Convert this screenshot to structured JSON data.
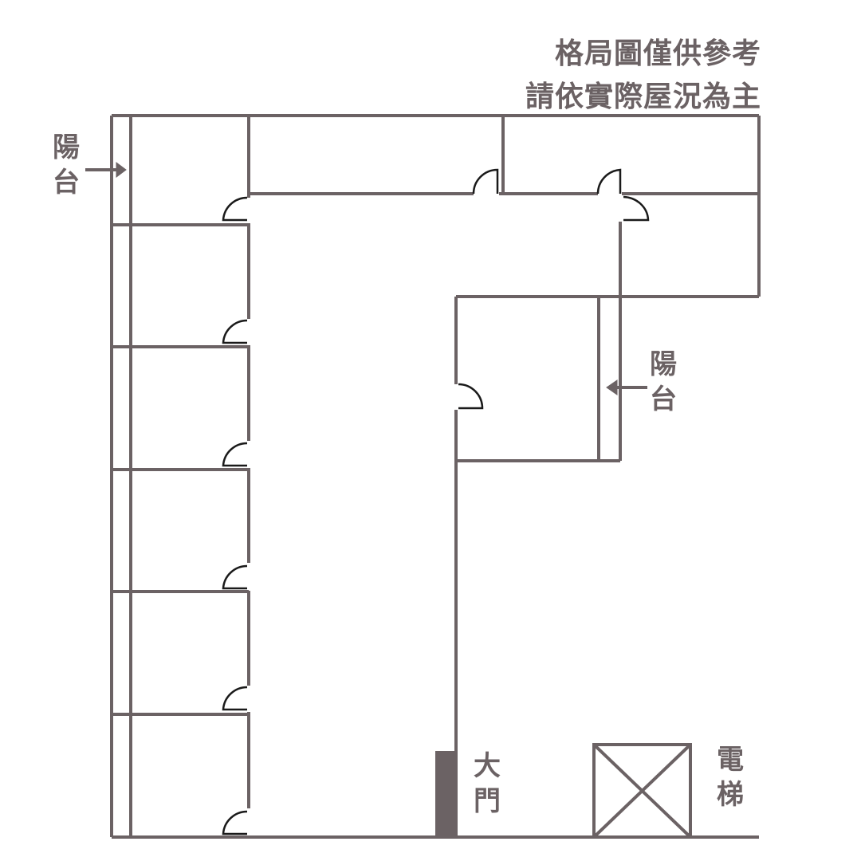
{
  "notice": {
    "line1": "格局圖僅供參考",
    "line2": "請依實際屋況為主"
  },
  "labels": {
    "balcony_left": [
      "陽",
      "台"
    ],
    "balcony_right": [
      "陽",
      "台"
    ],
    "main_door": [
      "大",
      "門"
    ],
    "elevator": [
      "電",
      "梯"
    ]
  },
  "colors": {
    "wall": "#6b6264",
    "door": "#1a1a1a",
    "background": "#ffffff"
  }
}
